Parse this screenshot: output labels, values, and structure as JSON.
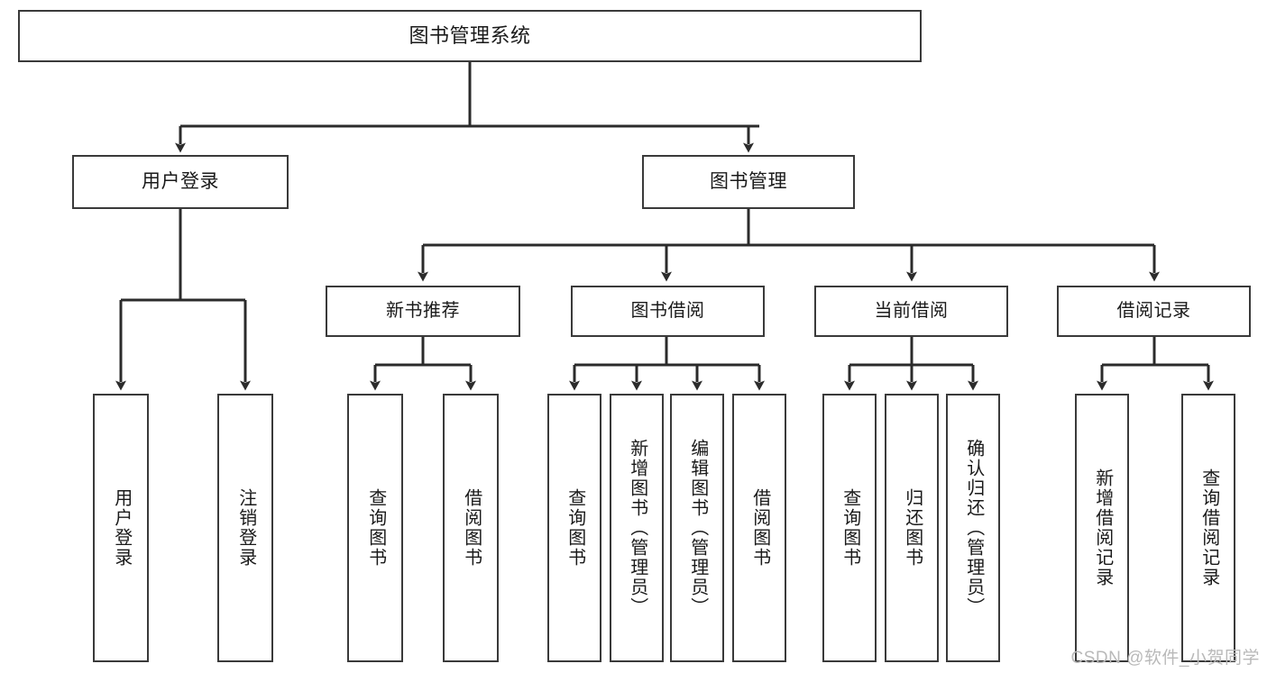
{
  "diagram": {
    "title": "图书管理系统",
    "type": "tree-hierarchy-diagram",
    "watermark": "CSDN @软件_小贺同学",
    "colors": {
      "box_border": "#3a3a3a",
      "box_fill": "#ffffff",
      "connector": "#2b2b2b",
      "text": "#1a1a1a",
      "watermark": "#b9b9b9",
      "background": "#ffffff"
    },
    "root": {
      "label": "图书管理系统"
    },
    "level2": [
      {
        "label": "用户登录"
      },
      {
        "label": "图书管理"
      }
    ],
    "level3": [
      {
        "label": "新书推荐"
      },
      {
        "label": "图书借阅"
      },
      {
        "label": "当前借阅"
      },
      {
        "label": "借阅记录"
      }
    ],
    "leaves": {
      "user_login": [
        {
          "label": "用户登录"
        },
        {
          "label": "注销登录"
        }
      ],
      "new_book_recommend": [
        {
          "label": "查询图书"
        },
        {
          "label": "借阅图书"
        }
      ],
      "book_borrow": [
        {
          "label": "查询图书"
        },
        {
          "label": "新增图书（管理员）"
        },
        {
          "label": "编辑图书（管理员）"
        },
        {
          "label": "借阅图书"
        }
      ],
      "current_borrow": [
        {
          "label": "查询图书"
        },
        {
          "label": "归还图书"
        },
        {
          "label": "确认归还（管理员）"
        }
      ],
      "borrow_record": [
        {
          "label": "新增借阅记录"
        },
        {
          "label": "查询借阅记录"
        }
      ]
    }
  }
}
